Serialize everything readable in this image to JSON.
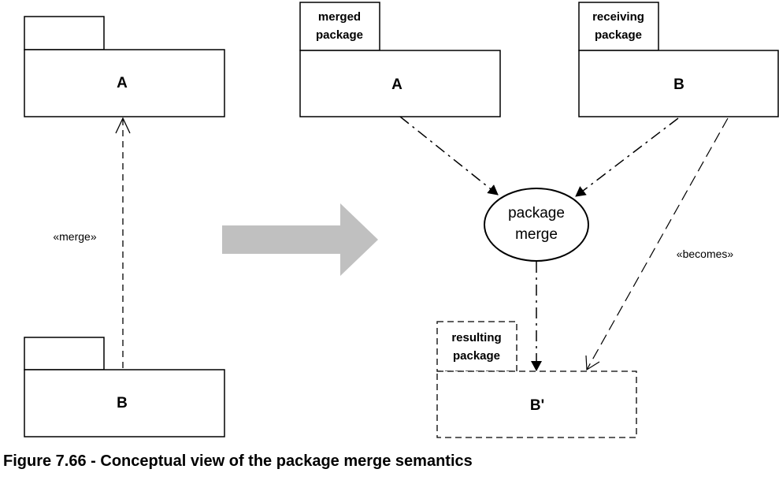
{
  "left_diagram": {
    "package_a": {
      "name": "A"
    },
    "package_b": {
      "name": "B"
    },
    "merge_label": "«merge»"
  },
  "transform_arrow": {
    "color": "#c0c0c0"
  },
  "right_diagram": {
    "merged_package": {
      "tab_line1": "merged",
      "tab_line2": "package",
      "name": "A"
    },
    "receiving_package": {
      "tab_line1": "receiving",
      "tab_line2": "package",
      "name": "B"
    },
    "merge_process": {
      "line1": "package",
      "line2": "merge"
    },
    "becomes_label": "«becomes»",
    "resulting_package": {
      "tab_line1": "resulting",
      "tab_line2": "package",
      "name": "B'"
    }
  },
  "caption": "Figure 7.66 - Conceptual view of the package merge semantics"
}
